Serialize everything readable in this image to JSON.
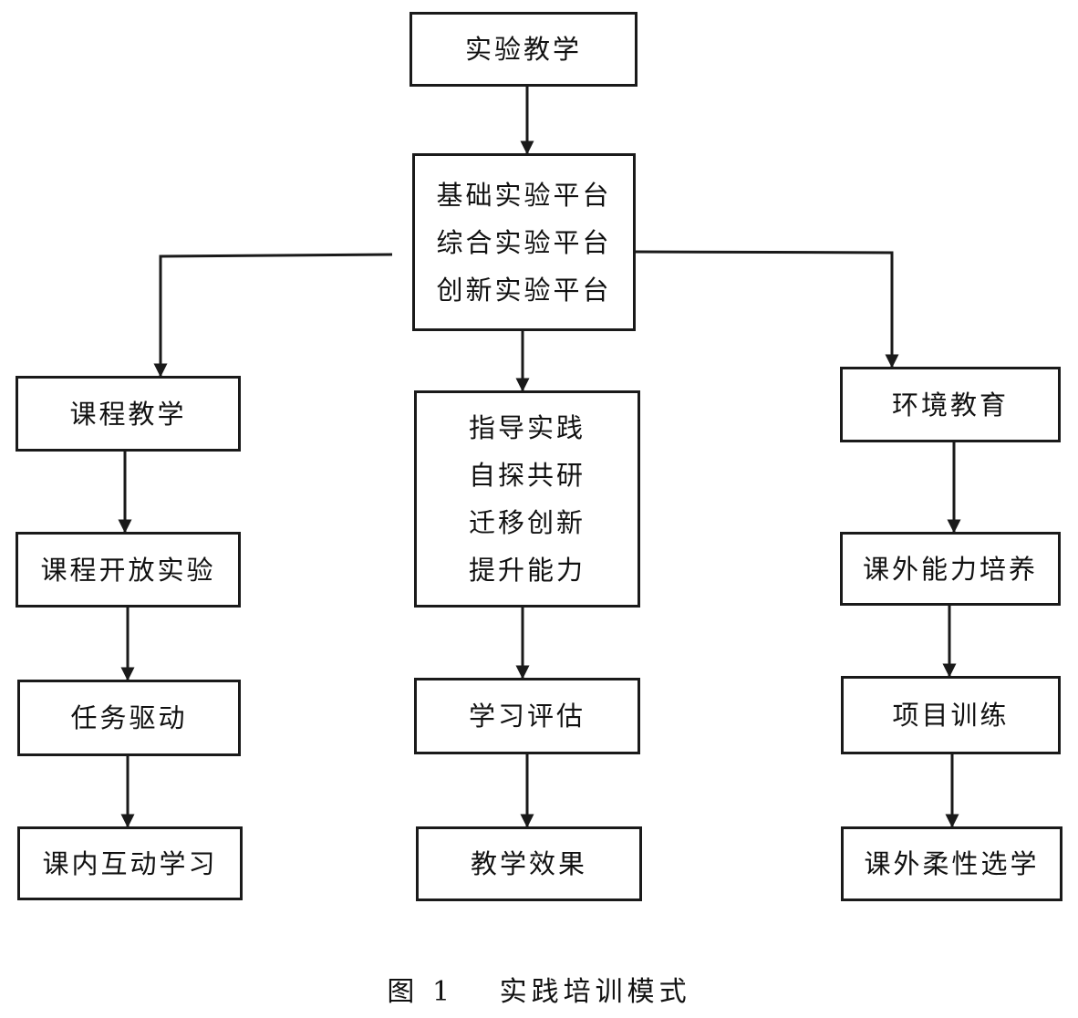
{
  "nodes": {
    "root": {
      "lines": [
        "实验教学"
      ]
    },
    "platform": {
      "lines": [
        "基础实验平台",
        "综合实验平台",
        "创新实验平台"
      ]
    },
    "course_teaching": {
      "lines": [
        "课程教学"
      ]
    },
    "course_open_lab": {
      "lines": [
        "课程开放实验"
      ]
    },
    "task_driven": {
      "lines": [
        "任务驱动"
      ]
    },
    "in_class_interactive": {
      "lines": [
        "课内互动学习"
      ]
    },
    "guided_practice": {
      "lines": [
        "指导实践",
        "自探共研",
        "迁移创新",
        "提升能力"
      ]
    },
    "learning_evaluation": {
      "lines": [
        "学习评估"
      ]
    },
    "teaching_effect": {
      "lines": [
        "教学效果"
      ]
    },
    "environment_education": {
      "lines": [
        "环境教育"
      ]
    },
    "extracurricular_ability": {
      "lines": [
        "课外能力培养"
      ]
    },
    "project_training": {
      "lines": [
        "项目训练"
      ]
    },
    "extracurricular_elective": {
      "lines": [
        "课外柔性选学"
      ]
    }
  },
  "caption": "图 1　 实践培训模式",
  "colors": {
    "line": "#1a1a1a",
    "background": "#ffffff"
  }
}
